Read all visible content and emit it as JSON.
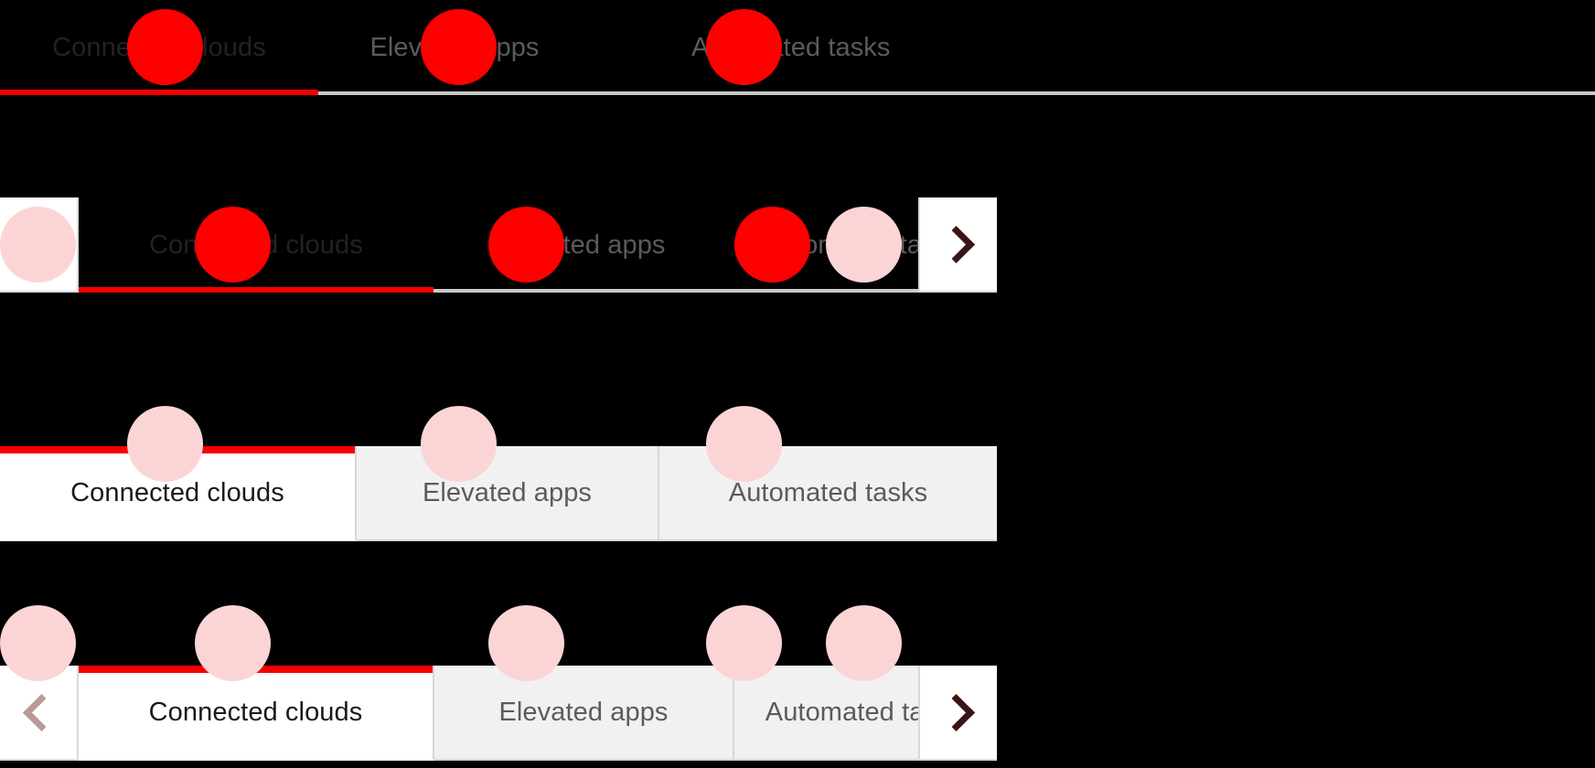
{
  "page": {
    "background_color": "#000000",
    "accent_color": "#f40000",
    "active_text_color": "#1a1a1a",
    "inactive_text_color": "#5b5b5b",
    "inactive_tab_bg": "#f1f1f1",
    "active_tab_bg": "#ffffff",
    "divider_color": "#d6d6d6"
  },
  "tabs": {
    "labels": [
      "Connected clouds",
      "Elevated apps",
      "Automated tasks"
    ],
    "active_index": 0
  },
  "variants": [
    {
      "id": "underline-plain",
      "style": "underline",
      "has_scroll_arrows": false,
      "tabs": [
        {
          "label": "Connected clouds",
          "active": true
        },
        {
          "label": "Elevated apps",
          "active": false
        },
        {
          "label": "Automated tasks",
          "active": false
        }
      ]
    },
    {
      "id": "underline-scrollable",
      "style": "underline",
      "has_scroll_arrows": true,
      "prev_label": "‹",
      "next_label": "›",
      "tabs": [
        {
          "label": "Connected clouds",
          "active": true
        },
        {
          "label": "Elevated apps",
          "active": false
        },
        {
          "label": "Automated tasks",
          "active": false
        }
      ]
    },
    {
      "id": "boxed-plain",
      "style": "boxed",
      "has_scroll_arrows": false,
      "tabs": [
        {
          "label": "Connected clouds",
          "active": true
        },
        {
          "label": "Elevated apps",
          "active": false
        },
        {
          "label": "Automated tasks",
          "active": false
        }
      ]
    },
    {
      "id": "boxed-scrollable",
      "style": "boxed",
      "has_scroll_arrows": true,
      "prev_label": "‹",
      "next_label": "›",
      "tabs": [
        {
          "label": "Connected clouds",
          "active": true
        },
        {
          "label": "Elevated apps",
          "active": false
        },
        {
          "label": "Automated tasks",
          "active": false
        }
      ]
    }
  ],
  "markers": {
    "solid_color": "#ff0000",
    "soft_color": "#fbd5d5"
  }
}
